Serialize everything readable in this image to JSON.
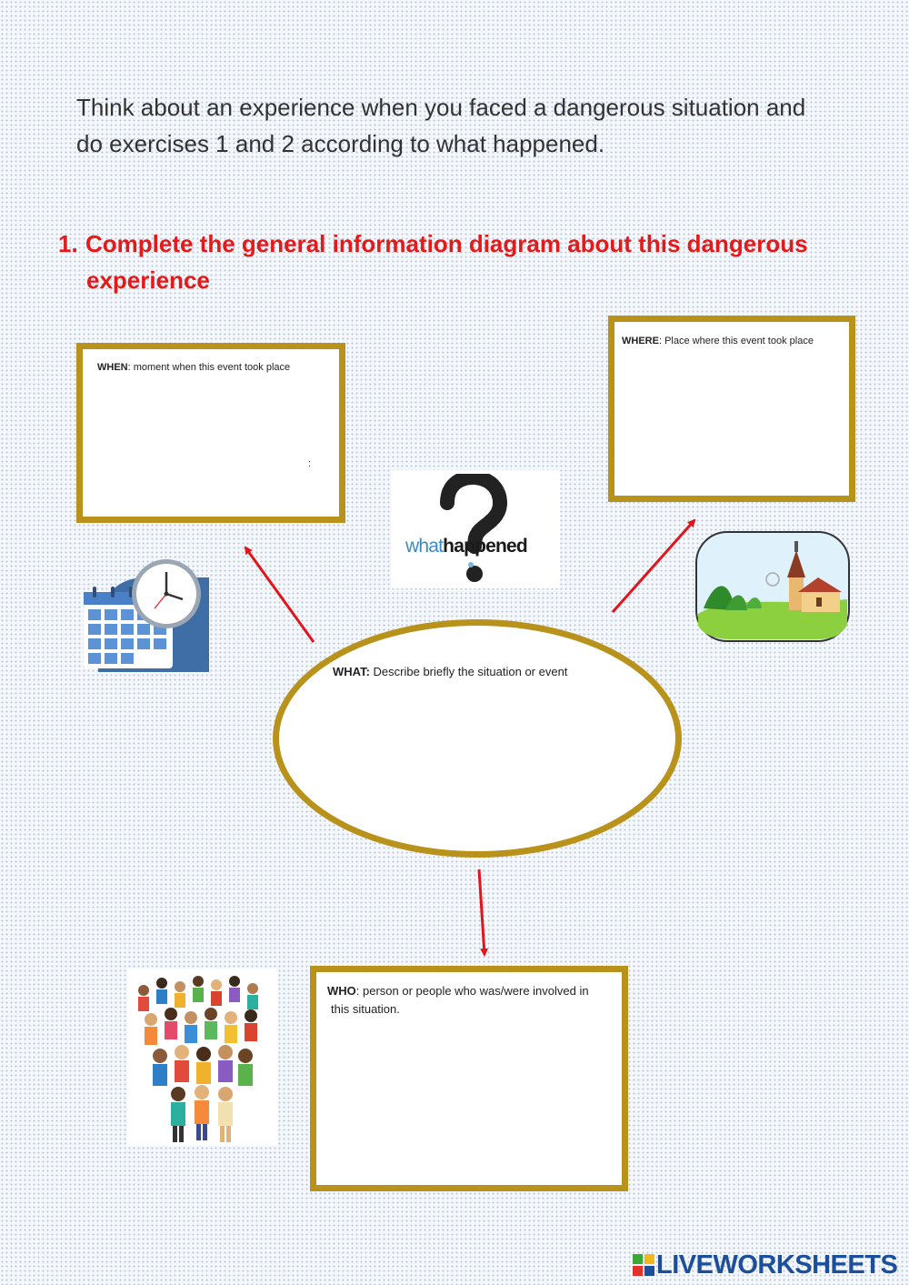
{
  "intro": {
    "line1": "Think about an experience when you faced a dangerous situation and",
    "line2": "do exercises 1 and 2 according to what happened."
  },
  "exercise1": {
    "number": "1.",
    "title_line1": "Complete the general information diagram about this dangerous",
    "title_line2": "experience"
  },
  "diagram": {
    "when": {
      "key": "WHEN",
      "text": ": moment when this event took place",
      "mark": ":"
    },
    "where": {
      "key": "WHERE",
      "text": ": Place where this event took place"
    },
    "what": {
      "key": "WHAT:",
      "text": " Describe briefly the situation or event"
    },
    "who": {
      "key": "WHO",
      "text": ":  person or people who was/were involved in",
      "text2": "this situation."
    }
  },
  "center_image": {
    "word1": "what",
    "word2": "happened"
  },
  "footer": {
    "brand": "LIVEWORKSHEETS",
    "colors": [
      "#3aa935",
      "#f2b81a",
      "#e4322b",
      "#1b4e9b"
    ]
  },
  "colors": {
    "box_border": "#b8921a",
    "arrow": "#e0161b",
    "title": "#e41a1a"
  }
}
